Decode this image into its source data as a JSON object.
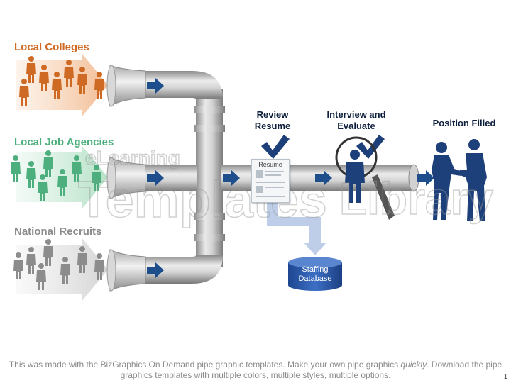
{
  "sources": {
    "local_colleges": {
      "label": "Local Colleges",
      "color": "#cf6a25"
    },
    "local_job_agencies": {
      "label": "Local Job Agencies",
      "color": "#4caf7d"
    },
    "national_recruits": {
      "label": "National Recruits",
      "color": "#8c8c8c"
    }
  },
  "steps": {
    "review": {
      "line1": "Review",
      "line2": "Resume"
    },
    "interview": {
      "line1": "Interview and",
      "line2": "Evaluate"
    },
    "filled": {
      "label": "Position Filled"
    }
  },
  "resume_card": {
    "label": "Resume"
  },
  "database": {
    "line1": "Staffing",
    "line2": "Database"
  },
  "watermark": {
    "line1": "eLearning",
    "line2": "Templates",
    "line3": "Library"
  },
  "footer": {
    "text_before": "This was made with the BizGraphics On Demand pipe graphic templates. Make your own pipe graphics ",
    "emphasis": "quickly",
    "text_after": ". Download the pipe graphics templates with multiple colors, multiple styles, multiple options."
  },
  "page_number": "1",
  "colors": {
    "pipe": "#c4c4c4",
    "pipe_dark": "#8e8e8e",
    "flow_arrow": "#1f4e8c",
    "silhouette_blue": "#1d3f7a",
    "database": "#2b5aa5"
  },
  "icons": [
    "checkmark-icon",
    "magnifier-icon",
    "person-icon",
    "handshake-icon",
    "database-icon",
    "resume-icon"
  ]
}
